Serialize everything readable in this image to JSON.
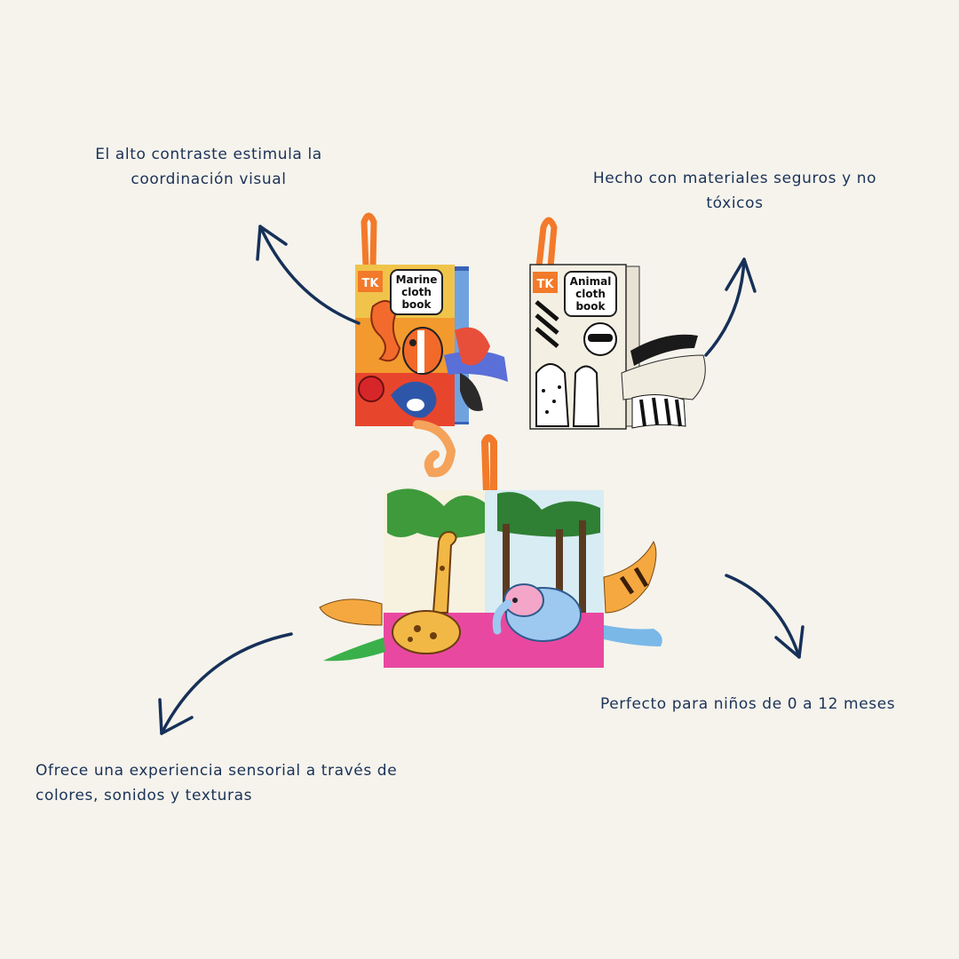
{
  "captions": {
    "top_left": [
      "El alto contraste estimula la",
      "coordinación visual"
    ],
    "top_right": [
      "Hecho con materiales seguros y no",
      "tóxicos"
    ],
    "bottom_right": [
      "Perfecto para niños de 0 a 12 meses"
    ],
    "bottom_left": [
      "Ofrece una experiencia sensorial a través de",
      "colores, sonidos y texturas"
    ]
  },
  "books": {
    "marine": {
      "brand": "TK",
      "title_lines": [
        "Marine",
        "cloth",
        "book"
      ]
    },
    "animal": {
      "brand": "TK",
      "title_lines": [
        "Animal",
        "cloth",
        "book"
      ]
    }
  },
  "colors": {
    "background": "#f5f3ec",
    "text": "#1b3258",
    "arrow": "#163058",
    "tag": "#f27a2a"
  }
}
